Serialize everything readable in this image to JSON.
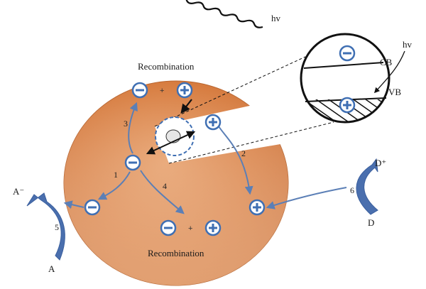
{
  "labels": {
    "hv_top": "hv",
    "hv_right": "hv",
    "recombination_top": "Recombination",
    "recombination_bottom": "Recombination",
    "cb": "CB",
    "vb": "VB",
    "a_minus": "A⁻",
    "a": "A",
    "d_plus": "D⁺",
    "d": "D",
    "plus_top": "+",
    "plus_bottom": "+"
  },
  "paths": {
    "n1": "1",
    "n2": "2",
    "n3": "3",
    "n4": "4",
    "n5": "5",
    "n6": "6"
  },
  "colors": {
    "particle": "#3f6fb3",
    "particle_bg": "#ffffff",
    "arrow": "#5b7fb6",
    "curve_arrow": "#4a6fae",
    "particle_body_light": "#f4c39a",
    "particle_body_dark": "#c9682b"
  },
  "icons": {
    "electron": "minus-circle",
    "hole": "plus-circle"
  }
}
